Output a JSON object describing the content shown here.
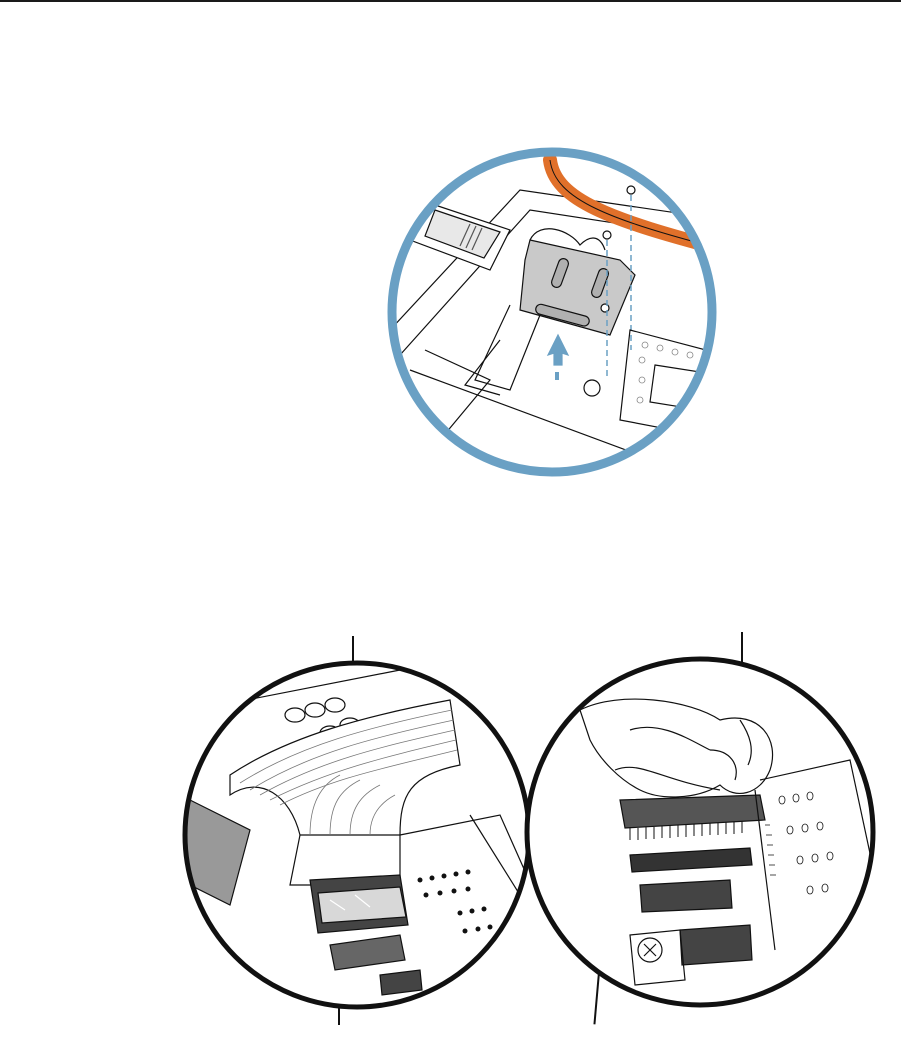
{
  "page": {
    "header_rule": true
  },
  "figures": [
    {
      "id": "fig-top",
      "subject": "bracket-removal-diagram",
      "ring_color": "#6aa0c4",
      "accent_color": "#e0702a"
    },
    {
      "id": "fig-cable",
      "subject": "ribbon-cable-diagram",
      "ring_color": "#111111"
    },
    {
      "id": "fig-conn",
      "subject": "connector-lift-diagram",
      "ring_color": "#111111"
    }
  ],
  "colors": {
    "ring_top": "#6aa0c4",
    "orange_cable": "#e0702a",
    "bracket_fill": "#c9c9c9",
    "dark_chip": "#4a4a4a",
    "line": "#111111"
  }
}
